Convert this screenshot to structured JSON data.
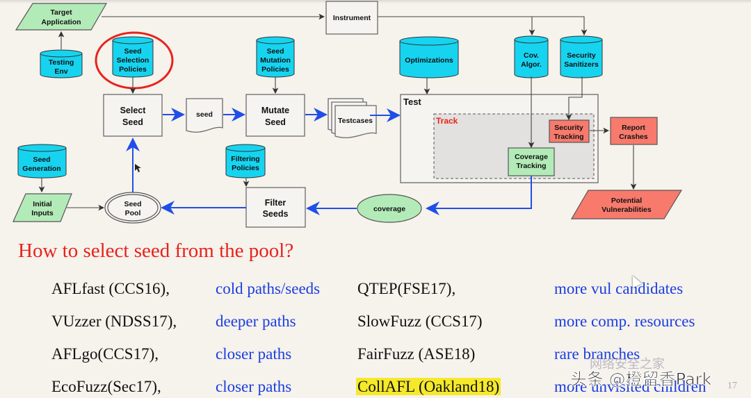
{
  "diagram": {
    "target_application": [
      "Target",
      "Application"
    ],
    "testing_env": [
      "Testing",
      "Env"
    ],
    "instrument": "Instrument",
    "seed_selection_policies": [
      "Seed",
      "Selection",
      "Policies"
    ],
    "seed_mutation_policies": [
      "Seed",
      "Mutation",
      "Policies"
    ],
    "optimizations": "Optimizations",
    "cov_algor": [
      "Cov.",
      "Algor."
    ],
    "security_sanitizers": [
      "Security",
      "Sanitizers"
    ],
    "select_seed": [
      "Select",
      "Seed"
    ],
    "seed_doc": "seed",
    "mutate_seed": [
      "Mutate",
      "Seed"
    ],
    "testcases": "Testcases",
    "test": "Test",
    "track": "Track",
    "security_tracking": [
      "Security",
      "Tracking"
    ],
    "report_crashes": [
      "Report",
      "Crashes"
    ],
    "coverage_tracking": [
      "Coverage",
      "Tracking"
    ],
    "seed_generation": [
      "Seed",
      "Generation"
    ],
    "initial_inputs": [
      "Initial",
      "Inputs"
    ],
    "seed_pool": [
      "Seed",
      "Pool"
    ],
    "filtering_policies": [
      "Filtering",
      "Policies"
    ],
    "filter_seeds": [
      "Filter",
      "Seeds"
    ],
    "coverage": "coverage",
    "potential_vulnerabilities": [
      "Potential",
      "Vulnerabilities"
    ],
    "colors": {
      "database": "#16d4f0",
      "io_green": "#b3ebb8",
      "alert_red": "#f77a6c",
      "highlight_circle": "#e8221c",
      "flow_arrow": "#1f4fe8"
    }
  },
  "question": "How to select seed from the pool?",
  "left_list": [
    {
      "tool": "AFLfast (CCS16),",
      "desc": "cold paths/seeds"
    },
    {
      "tool": "VUzzer (NDSS17),",
      "desc": "deeper paths"
    },
    {
      "tool": "AFLgo(CCS17),",
      "desc": "closer paths"
    },
    {
      "tool": "EcoFuzz(Sec17),",
      "desc": "closer paths"
    }
  ],
  "right_list": [
    {
      "tool": "QTEP(FSE17),",
      "desc": "more vul candidates"
    },
    {
      "tool": "SlowFuzz (CCS17)",
      "desc": "more comp. resources"
    },
    {
      "tool": "FairFuzz (ASE18)",
      "desc": "rare branches"
    },
    {
      "tool": "CollAFL (Oakland18)",
      "desc": "more unvisited children",
      "highlighted": true
    }
  ],
  "watermark": "头条 @橙留香Park",
  "watermark_faint": "网络安全之家",
  "page_number": "17"
}
